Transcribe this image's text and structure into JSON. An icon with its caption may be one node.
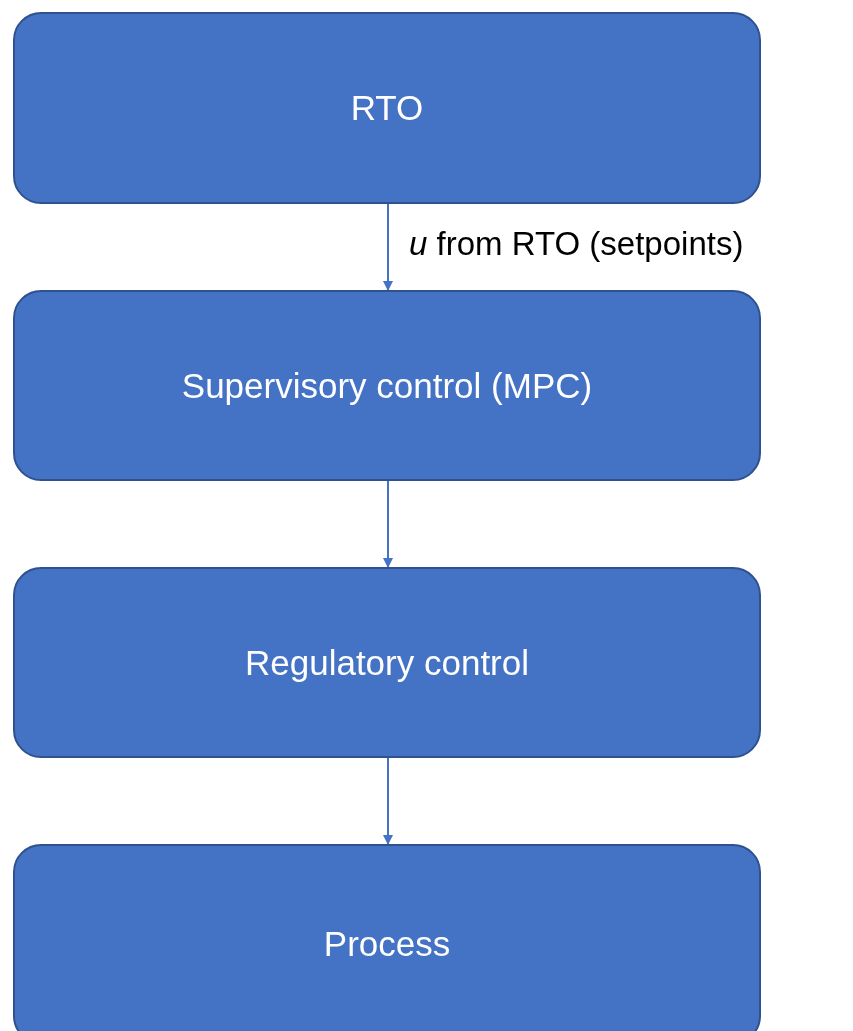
{
  "diagram": {
    "nodes": [
      {
        "text": [
          "RTO"
        ]
      },
      {
        "text": [
          "Supervisory control (MPC)"
        ]
      },
      {
        "text": [
          "Regulatory control"
        ]
      },
      {
        "text": [
          "Process"
        ]
      }
    ],
    "edges": [
      {
        "from": 0,
        "to": 1,
        "arrow": "to",
        "label": "*u* from RTO (setpoints)"
      },
      {
        "from": 1,
        "to": 2,
        "arrow": "to"
      },
      {
        "from": 2,
        "to": 3,
        "arrow": "to"
      }
    ]
  }
}
